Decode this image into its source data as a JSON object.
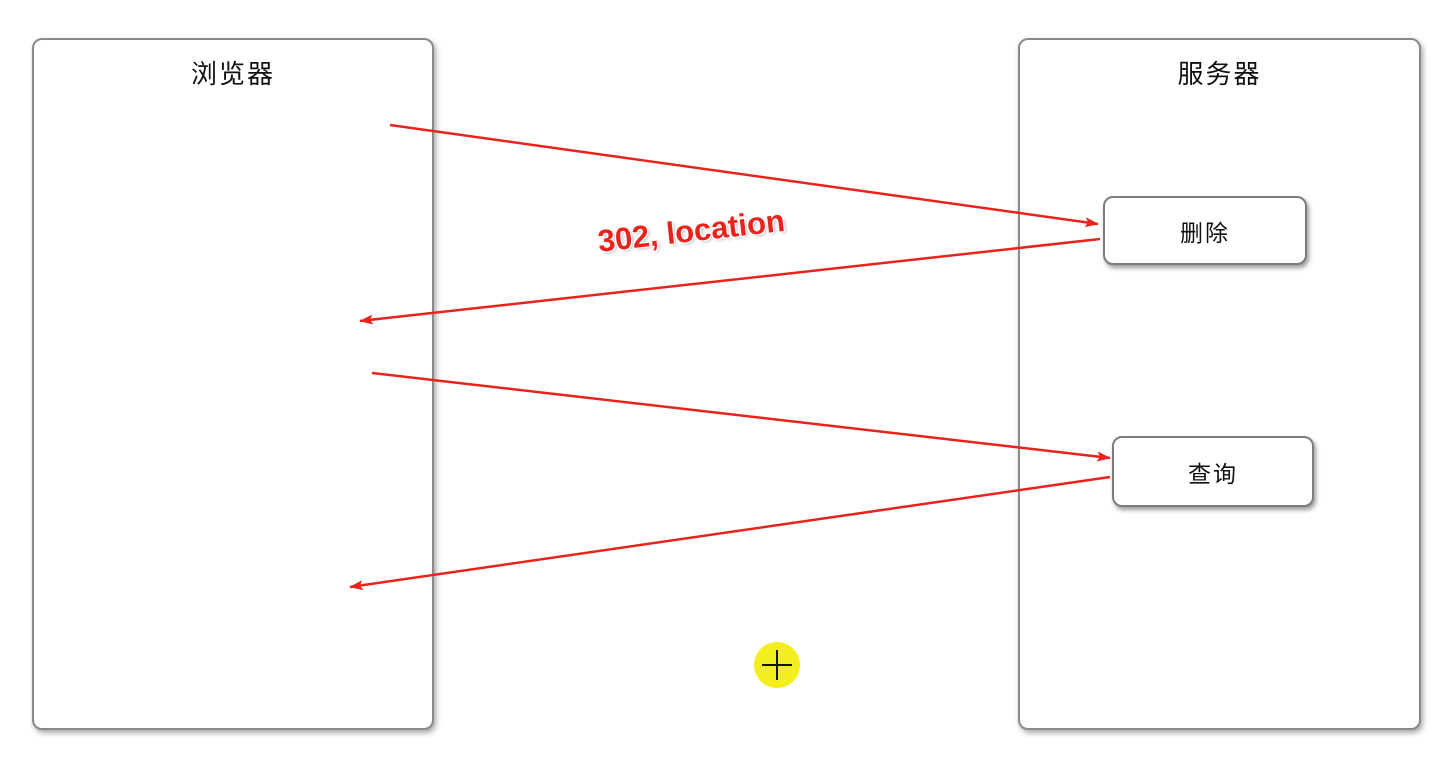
{
  "diagram": {
    "browser_title": "浏览器",
    "server_title": "服务器",
    "delete_label": "删除",
    "query_label": "查询",
    "redirect_label": "302, location"
  },
  "colors": {
    "arrow": "#e8231c",
    "label": "#e8231c",
    "cursor_highlight": "#f4ee1e",
    "border": "#8a8a8a"
  },
  "icons": {
    "cursor": "crosshair-cursor-icon"
  }
}
